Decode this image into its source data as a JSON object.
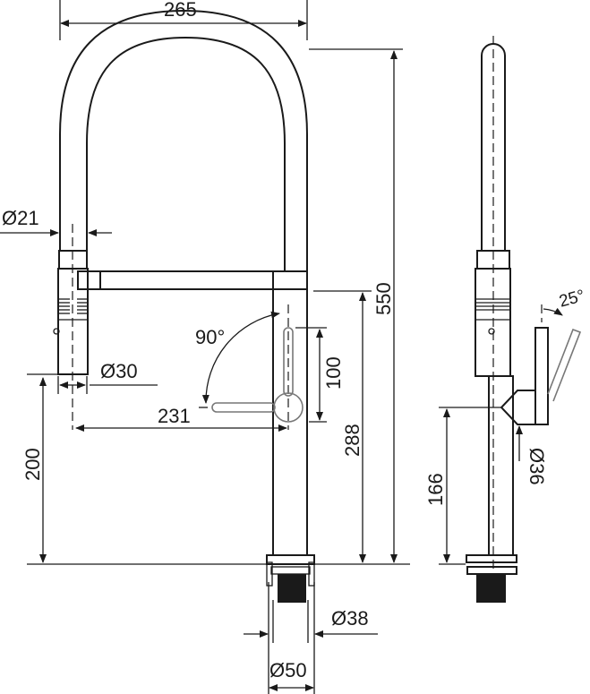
{
  "drawing": {
    "title": "Kitchen faucet dimension drawing",
    "dimensions": {
      "width": "265",
      "height_total": "550",
      "spray_diameter": "Ø21",
      "head_diameter": "Ø30",
      "handle_rotation": "90°",
      "handle_height": "100",
      "reach": "231",
      "handle_offset_height": "288",
      "head_bottom_height": "200",
      "side_handle_height": "166",
      "handle_diameter": "Ø36",
      "lever_angle": "25°",
      "shank_diameter": "Ø38",
      "base_diameter": "Ø50"
    }
  }
}
